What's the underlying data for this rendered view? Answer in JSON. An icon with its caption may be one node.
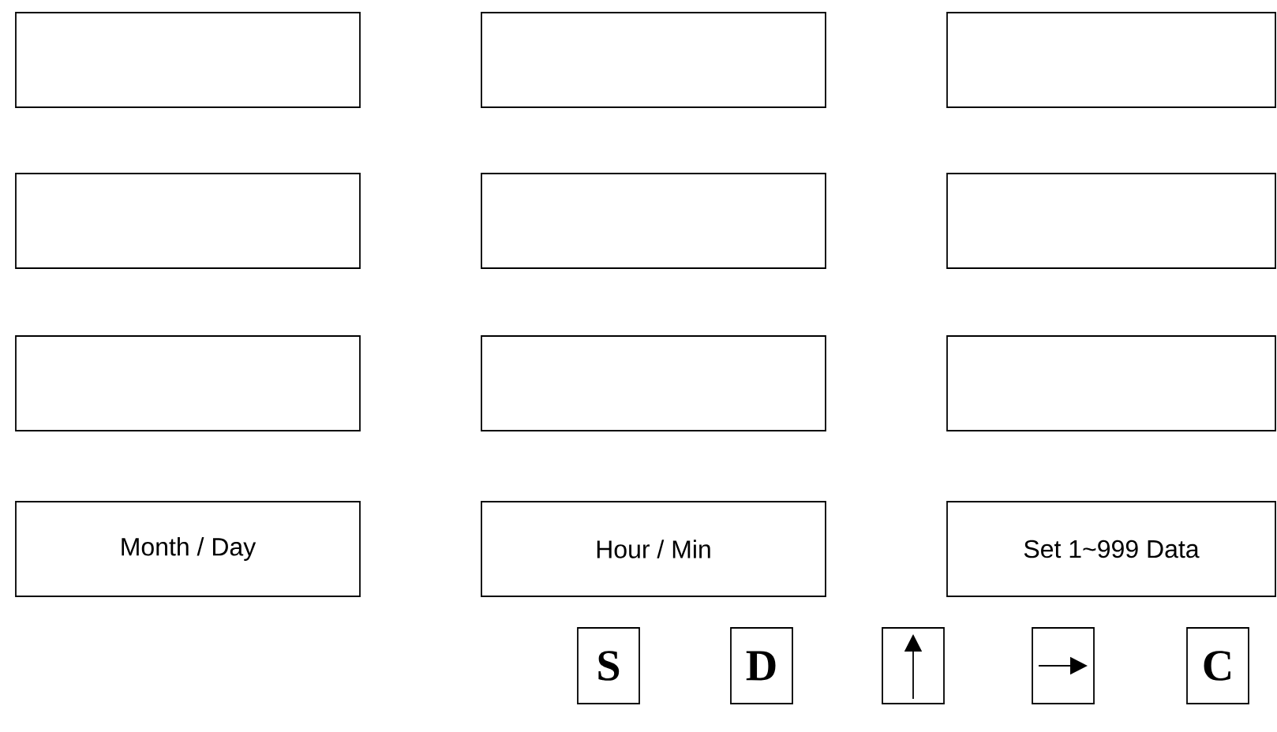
{
  "diagram": {
    "nodes": [
      {
        "text": [],
        "shape": "box"
      },
      {
        "text": [],
        "shape": "box"
      },
      {
        "text": [],
        "shape": "box"
      },
      {
        "text": [],
        "shape": "box"
      },
      {
        "text": [],
        "shape": "box"
      },
      {
        "text": [],
        "shape": "box"
      },
      {
        "text": [],
        "shape": "box"
      },
      {
        "text": [],
        "shape": "box"
      },
      {
        "text": [],
        "shape": "box"
      },
      {
        "text": [
          "Month / Day"
        ]
      },
      {
        "text": [
          "Hour / Min"
        ]
      },
      {
        "text": [
          "Set 1~999 Data"
        ]
      },
      {
        "text": [
          "S"
        ]
      },
      {
        "text": [
          "D"
        ]
      },
      {
        "text": [],
        "shape": "box"
      },
      {
        "text": [],
        "shape": "box"
      },
      {
        "text": [
          "C"
        ]
      }
    ]
  }
}
